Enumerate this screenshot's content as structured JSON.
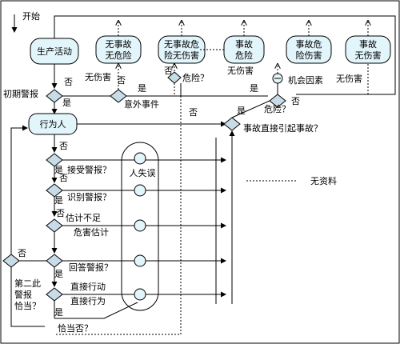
{
  "diagram": {
    "start": "开始",
    "nodes": {
      "production": "生产活动",
      "no_accident_no_danger": [
        "无事故",
        "无危险"
      ],
      "no_accident_no_danger_no_harm": [
        "无事故危",
        "险无伤害"
      ],
      "accident_danger": [
        "事故",
        "危险"
      ],
      "accident_danger_harm": [
        "事故危",
        "险伤害"
      ],
      "accident_no_harm": [
        "事故",
        "无伤害"
      ],
      "actor": "行为人"
    },
    "labels": {
      "no_harm_1": "无伤害",
      "no_harm_2": "无伤害",
      "no_harm_3": "无伤害",
      "danger_q1": "危险？",
      "danger_q2": "危险？",
      "chance_factor": "机会因素",
      "early_warning": "初期警报",
      "accident_event": "意外事件",
      "causes_accident": "事故直接引起事故？",
      "receive_warning": "接受警报？",
      "recognize_warning": "识别警报？",
      "estimate_insufficient": "估计不足",
      "hazard_estimate": "危害估计",
      "answer_warning": "回答警报？",
      "direct_action_1": "直接行动",
      "direct_action_2": "直接行为",
      "appropriate": "恰当否？",
      "human_error": "人失误",
      "no_data": "无资料",
      "second_warning": [
        "第二此",
        "警报",
        "恰当？"
      ],
      "yes": "是",
      "no": "否"
    }
  },
  "colors": {
    "background": "#ffffff",
    "box_fill": "#e2f5fb",
    "diamond_fill": "#c8dce8"
  }
}
